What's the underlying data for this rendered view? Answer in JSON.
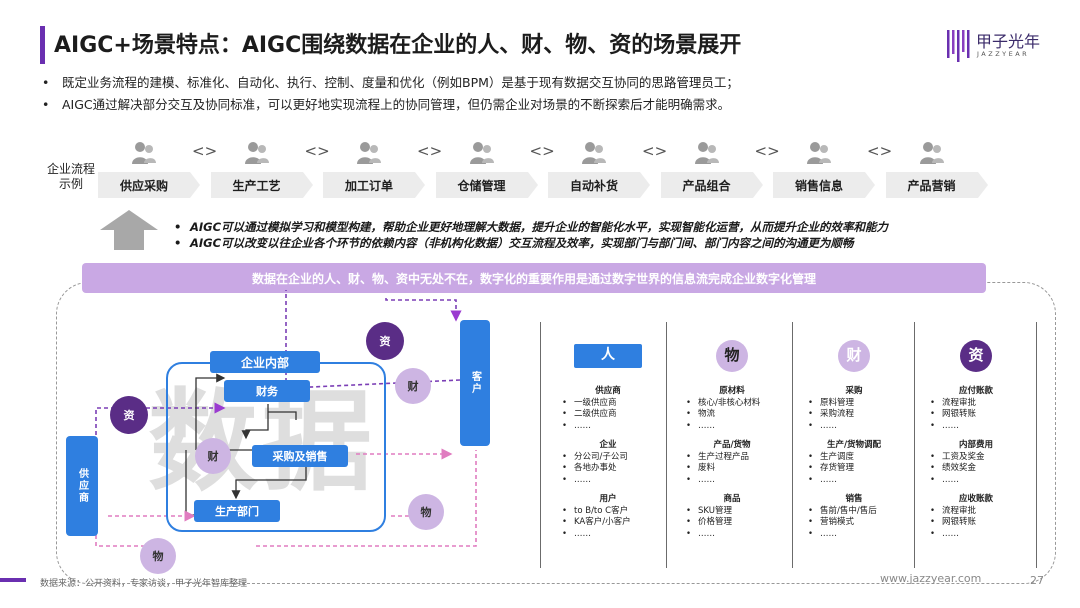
{
  "header": {
    "title": "AIGC+场景特点：AIGC围绕数据在企业的人、财、物、资的场景展开",
    "logo_text": "甲子光年",
    "logo_sub": "JAZZYEAR"
  },
  "bullets": [
    "既定业务流程的建模、标准化、自动化、执行、控制、度量和优化（例如BPM）是基于现有数据交互协同的思路管理员工；",
    "AIGC通过解决部分交互及协同标准，可以更好地实现流程上的协同管理，但仍需企业对场景的不断探索后才能明确需求。"
  ],
  "flow": {
    "label": "企业流程示例",
    "steps": [
      "供应采购",
      "生产工艺",
      "加工订单",
      "仓储管理",
      "自动补货",
      "产品组合",
      "销售信息",
      "产品营销"
    ],
    "connector": "<>"
  },
  "ai_notes": [
    "AIGC可以通过模拟学习和模型构建，帮助企业更好地理解大数据，提升企业的智能化水平，实现智能化运营，从而提升企业的效率和能力",
    "AIGC可以改变以往企业各个环节的依赖内容（非机构化数据）交互流程及效率，实现部门与部门间、部门内容之间的沟通更为顺畅"
  ],
  "banner": "数据在企业的人、财、物、资中无处不在，数字化的重要作用是通过数字世界的信息流完成企业数字化管理",
  "diagram": {
    "watermark": "数据",
    "enterprise_label": "企业内部",
    "finance": "财务",
    "purchase_sales": "采购及销售",
    "production": "生产部门",
    "supplier": "供应商",
    "customer": "客户",
    "tag_zi": "资",
    "tag_cai": "财",
    "tag_wu": "物"
  },
  "columns": {
    "ren": {
      "head": "人",
      "groups": [
        {
          "title": "供应商",
          "items": [
            "一级供应商",
            "二级供应商",
            "……"
          ]
        },
        {
          "title": "企业",
          "items": [
            "分公司/子公司",
            "各地办事处",
            "……"
          ]
        },
        {
          "title": "用户",
          "items": [
            "to B/to C客户",
            "KA客户/小客户",
            "……"
          ]
        }
      ]
    },
    "wu": {
      "head": "物",
      "groups": [
        {
          "title": "原材料",
          "items": [
            "核心/非核心材料",
            "物流",
            "……"
          ]
        },
        {
          "title": "产品/货物",
          "items": [
            "生产过程产品",
            "废料",
            "……"
          ]
        },
        {
          "title": "商品",
          "items": [
            "SKU管理",
            "价格管理",
            "……"
          ]
        }
      ]
    },
    "cai": {
      "head": "财",
      "groups": [
        {
          "title": "采购",
          "items": [
            "原料管理",
            "采购流程",
            "……"
          ]
        },
        {
          "title": "生产/货物调配",
          "items": [
            "生产调度",
            "存货管理",
            "……"
          ]
        },
        {
          "title": "销售",
          "items": [
            "售前/售中/售后",
            "营销模式",
            "……"
          ]
        }
      ]
    },
    "zi": {
      "head": "资",
      "groups": [
        {
          "title": "应付账款",
          "items": [
            "流程审批",
            "网银转账",
            "……"
          ]
        },
        {
          "title": "内部费用",
          "items": [
            "工资及奖金",
            "绩效奖金",
            "……"
          ]
        },
        {
          "title": "应收账款",
          "items": [
            "流程审批",
            "网银转账",
            "……"
          ]
        }
      ]
    }
  },
  "footer": {
    "source": "数据来源：公开资料，专家访谈，甲子光年智库整理",
    "url": "www.jazzyear.com",
    "page": "27"
  },
  "colors": {
    "accent_purple": "#6a2fb0",
    "blue": "#2f7fe0",
    "dark_purple": "#5a2d86",
    "light_purple": "#cdb5e3",
    "banner": "#c9a8e4"
  }
}
